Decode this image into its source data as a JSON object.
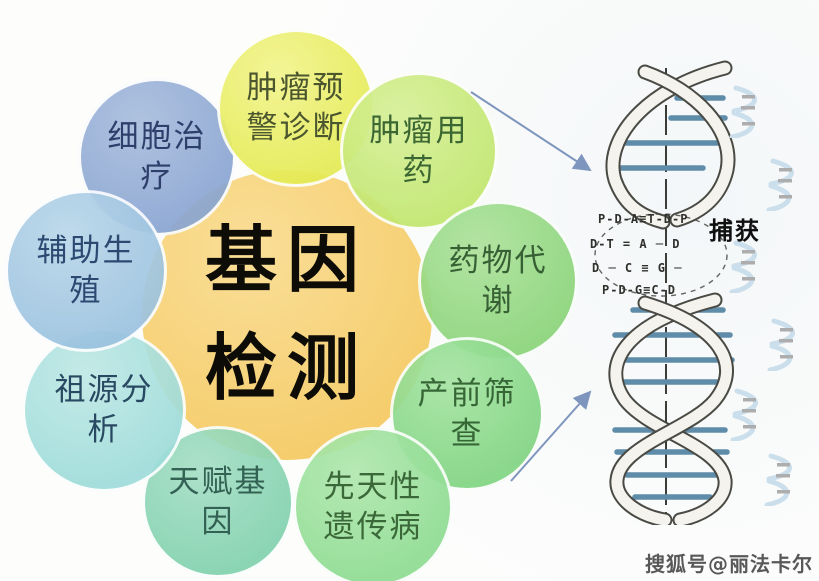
{
  "diagram": {
    "center": {
      "label": "基因\n检测",
      "bg": "#f5cd6d",
      "bg_light": "#fadf98",
      "text_color": "#0e0c07"
    },
    "satellites": [
      {
        "key": "cell-therapy",
        "label": "细胞治\n疗",
        "bg": "#8aa5d2",
        "bg_light": "#a9bede",
        "text_color": "#1c2f5e"
      },
      {
        "key": "tumor-early-warning-diagnosis",
        "label": "肿瘤预\n警诊断",
        "bg": "#e5eb54",
        "bg_light": "#f2f58e",
        "text_color": "#3c481d"
      },
      {
        "key": "tumor-medication",
        "label": "肿瘤用\n药",
        "bg": "#c2e76f",
        "bg_light": "#d7f098",
        "text_color": "#2c5a22"
      },
      {
        "key": "drug-metabolism",
        "label": "药物代\n谢",
        "bg": "#8bd57b",
        "bg_light": "#aee29b",
        "text_color": "#275424"
      },
      {
        "key": "prenatal-screening",
        "label": "产前筛\n查",
        "bg": "#81d583",
        "bg_light": "#a6e4a2",
        "text_color": "#265a26"
      },
      {
        "key": "congenital-genetic-disease",
        "label": "先天性\n遗传病",
        "bg": "#8edc92",
        "bg_light": "#b1e8ae",
        "text_color": "#2a5c28"
      },
      {
        "key": "talent-gene",
        "label": "天赋基\n因",
        "bg": "#82d2ae",
        "bg_light": "#a6dfc6",
        "text_color": "#225546"
      },
      {
        "key": "ancestry-analysis",
        "label": "祖源分\n析",
        "bg": "#9edcda",
        "bg_light": "#c0e9e6",
        "text_color": "#173a54"
      },
      {
        "key": "assisted-reproduction",
        "label": "辅助生\n殖",
        "bg": "#9cc3e0",
        "bg_light": "#bad7ea",
        "text_color": "#1b3a66"
      }
    ]
  },
  "dna": {
    "capture_label": "捕获",
    "base_pair_rows": [
      "P-D-A≡T-D-P",
      "D-T = A ─ D",
      "D ─ C ≡ G ─",
      "P-D-G≡C-D"
    ],
    "strand_color": "#4a4a44",
    "rung_color": "#5e8ca9",
    "mini_icon_color": "#9ec4da"
  },
  "arrows": {
    "color": "#7e95bd"
  },
  "watermark": {
    "text": "搜狐号@丽法卡尔"
  }
}
